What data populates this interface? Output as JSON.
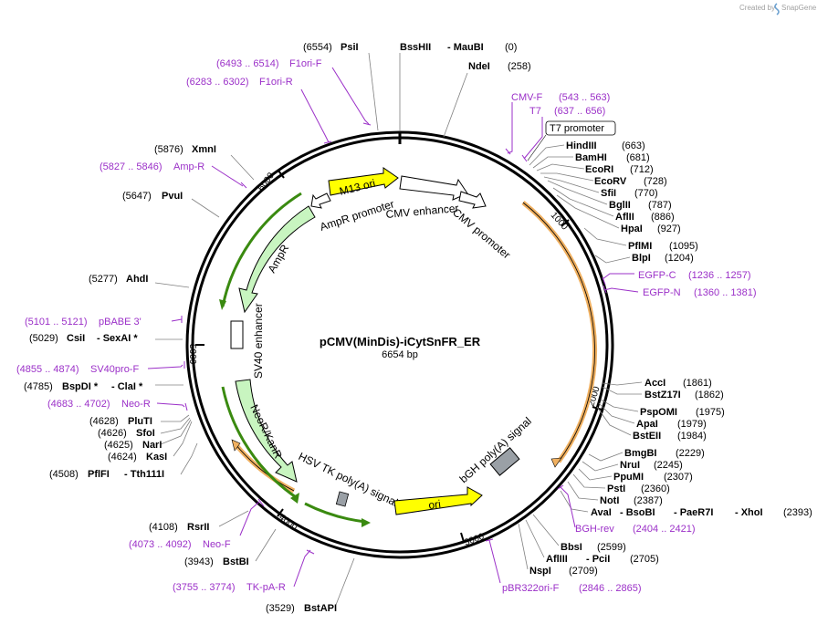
{
  "credit": {
    "created_by": "Created by",
    "brand": "SnapGene"
  },
  "plasmid": {
    "name": "pCMV(MinDis)-iCytSnFR_ER",
    "size": "6654 bp"
  },
  "ticks": [
    "1000",
    "2000",
    "3000",
    "4000",
    "5000",
    "6000"
  ],
  "features": {
    "m13_ori": "M13 ori",
    "ampr_promoter": "AmpR promoter",
    "cmv_enhancer_top": "CMV enhancer",
    "cmv_promoter": "CMV promoter",
    "ampr": "AmpR",
    "sv40_enhancer": "SV40 enhancer",
    "neor": "NeoR/KanR",
    "hsv_tk": "HSV TK poly(A) signal",
    "ori": "ori",
    "bgh": "bGH poly(A) signal",
    "t7_promoter": "T7 promoter"
  },
  "sites": {
    "psii": {
      "pos": "(6554)",
      "name": "PsiI"
    },
    "bsshii": {
      "name": "BssHII",
      "name2": "- MauBI",
      "pos": "(0)"
    },
    "ndei": {
      "name": "NdeI",
      "pos": "(258)"
    },
    "xmni": {
      "pos": "(5876)",
      "name": "XmnI"
    },
    "pvui": {
      "pos": "(5647)",
      "name": "PvuI"
    },
    "ahdi": {
      "pos": "(5277)",
      "name": "AhdI"
    },
    "csii": {
      "pos": "(5029)",
      "name": "CsiI",
      "name2": "- SexAI *"
    },
    "bspdi": {
      "pos": "(4785)",
      "name": "BspDI *",
      "name2": "- ClaI *"
    },
    "pluti": {
      "pos": "(4628)",
      "name": "PluTI"
    },
    "sfoi": {
      "pos": "(4626)",
      "name": "SfoI"
    },
    "nari": {
      "pos": "(4625)",
      "name": "NarI"
    },
    "kasi": {
      "pos": "(4624)",
      "name": "KasI"
    },
    "pflfi": {
      "pos": "(4508)",
      "name": "PflFI",
      "name2": "- Tth111I"
    },
    "rsrii": {
      "pos": "(4108)",
      "name": "RsrII"
    },
    "bstbi": {
      "pos": "(3943)",
      "name": "BstBI"
    },
    "bstapi": {
      "pos": "(3529)",
      "name": "BstAPI"
    },
    "hindiii": {
      "name": "HindIII",
      "pos": "(663)"
    },
    "bamhi": {
      "name": "BamHI",
      "pos": "(681)"
    },
    "ecori": {
      "name": "EcoRI",
      "pos": "(712)"
    },
    "ecorv": {
      "name": "EcoRV",
      "pos": "(728)"
    },
    "sfii": {
      "name": "SfiI",
      "pos": "(770)"
    },
    "bglii": {
      "name": "BglII",
      "pos": "(787)"
    },
    "aflii": {
      "name": "AflII",
      "pos": "(886)"
    },
    "hpai": {
      "name": "HpaI",
      "pos": "(927)"
    },
    "pflmi": {
      "name": "PflMI",
      "pos": "(1095)"
    },
    "blpi": {
      "name": "BlpI",
      "pos": "(1204)"
    },
    "acci": {
      "name": "AccI",
      "pos": "(1861)"
    },
    "bstz17i": {
      "name": "BstZ17I",
      "pos": "(1862)"
    },
    "psp": {
      "name": "PspOMI",
      "pos": "(1975)"
    },
    "apai": {
      "name": "ApaI",
      "pos": "(1979)"
    },
    "bsteii": {
      "name": "BstEII",
      "pos": "(1984)"
    },
    "bmgbi": {
      "name": "BmgBI",
      "pos": "(2229)"
    },
    "nrui": {
      "name": "NruI",
      "pos": "(2245)"
    },
    "ppumi": {
      "name": "PpuMI",
      "pos": "(2307)"
    },
    "psti": {
      "name": "PstI",
      "pos": "(2360)"
    },
    "noti": {
      "name": "NotI",
      "pos": "(2387)"
    },
    "avai": {
      "name": "AvaI",
      "name2": "- BsoBI",
      "name3": "- PaeR7I",
      "name4": "- XhoI",
      "pos": "(2393)"
    },
    "bbsi": {
      "name": "BbsI",
      "pos": "(2599)"
    },
    "afliii": {
      "name": "AflIII",
      "name2": "- PciI",
      "pos": "(2705)"
    },
    "nspi": {
      "name": "NspI",
      "pos": "(2709)"
    }
  },
  "primers": {
    "f1ori_f": {
      "range": "(6493 .. 6514)",
      "name": "F1ori-F"
    },
    "f1ori_r": {
      "range": "(6283 .. 6302)",
      "name": "F1ori-R"
    },
    "ampr": {
      "range": "(5827 .. 5846)",
      "name": "Amp-R"
    },
    "pbabe3": {
      "range": "(5101 .. 5121)",
      "name": "pBABE 3'"
    },
    "sv40pro": {
      "range": "(4855 .. 4874)",
      "name": "SV40pro-F"
    },
    "neor": {
      "range": "(4683 .. 4702)",
      "name": "Neo-R"
    },
    "neof": {
      "range": "(4073 .. 4092)",
      "name": "Neo-F"
    },
    "tkpa": {
      "range": "(3755 .. 3774)",
      "name": "TK-pA-R"
    },
    "cmvf": {
      "name": "CMV-F",
      "range": "(543 .. 563)"
    },
    "t7": {
      "name": "T7",
      "range": "(637 .. 656)"
    },
    "egfpc": {
      "name": "EGFP-C",
      "range": "(1236 .. 1257)"
    },
    "egfpn": {
      "name": "EGFP-N",
      "range": "(1360 .. 1381)"
    },
    "bghrev": {
      "name": "BGH-rev",
      "range": "(2404 .. 2421)"
    },
    "pbr322": {
      "name": "pBR322ori-F",
      "range": "(2846 .. 2865)"
    }
  },
  "colors": {
    "primer": "#9b30c8",
    "orf": "#f0b060",
    "green": "#3a8a10",
    "yellow": "#ffff00",
    "promoter": "#ffffff",
    "polya": "#9aa0a6",
    "neor_fill": "#c8f5c0"
  }
}
